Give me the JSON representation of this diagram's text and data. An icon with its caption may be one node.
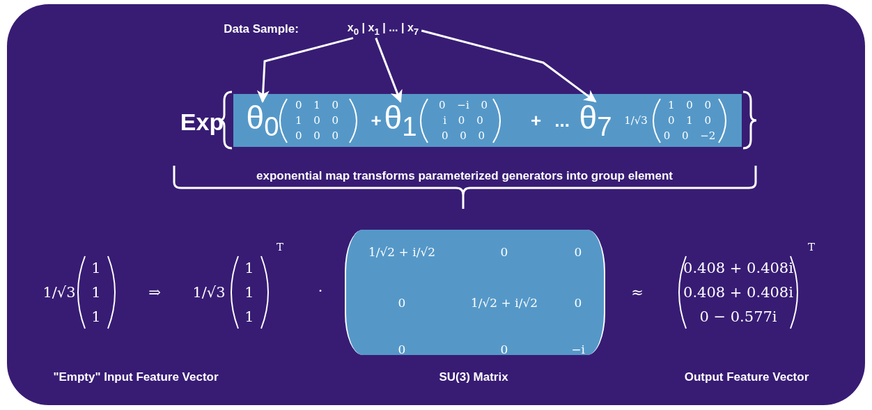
{
  "diagram": {
    "nodes": [
      {
        "text": [
          "x$_{0}$ | x$_{1}$ | ... | x$_{7}$"
        ]
      },
      {
        "text": [
          "0 1 0",
          "1 0 0",
          "0 0 0",
          "+",
          "0 −i 0",
          "i 0 0",
          "0 0 0",
          "+ ...",
          "1/√3",
          "1 0 0",
          "0 1 0",
          "0 0 −2"
        ]
      },
      {
        "text": [
          "θ$_{0}$"
        ],
        "in": 1
      },
      {
        "text": [
          "θ$_{1}$"
        ],
        "in": 1
      },
      {
        "text": [
          "θ$_{7}$"
        ],
        "in": 1
      },
      {
        "text": [
          "1/√2 + i/√2",
          "0",
          "0",
          "0",
          "1/√2 + i/√2",
          "0",
          "0",
          "0",
          "−i"
        ],
        "beside": [
          "SU(3) Matrix"
        ]
      }
    ],
    "edges": [
      {
        "from": 0,
        "to": 2,
        "arrow": "to"
      },
      {
        "from": 0,
        "to": 3,
        "arrow": "to"
      },
      {
        "from": 0,
        "to": 4,
        "arrow": "to"
      }
    ],
    "labels": [
      "Data Sample:",
      "Exp",
      "exponential map transforms parameterized generators into group element",
      "1/√3",
      "1",
      "1",
      "1",
      "⇒",
      "1/√3",
      "1",
      "1",
      "1",
      "T",
      "·",
      "≈",
      "0.408 + 0.408i",
      "0.408 + 0.408i",
      "0 − 0.577i",
      "T",
      "\"Empty\" Input Feature Vector",
      "Output Feature Vector"
    ]
  }
}
